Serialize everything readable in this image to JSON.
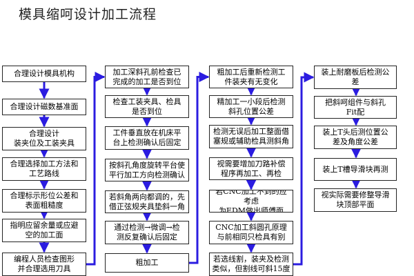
{
  "title": "模具缩呵设计加工流程",
  "colors": {
    "arrow": "#2b1ce0",
    "border": "#222222"
  },
  "columns": [
    {
      "id": "col1",
      "boxes": [
        "合理设计模具机构",
        "合理设计磁数基准面",
        "合理设计\n装夹位及工装夹具",
        "合理选择加工方法和\n工艺路线",
        "合理标示形位公差和\n表面粗糙度",
        "指明应留余量或应避\n空的加工面",
        "编程人员检查图形\n并合理选用刀具"
      ]
    },
    {
      "id": "col2",
      "boxes": [
        "加工深斜孔前检查已\n完成的加工是否到位",
        "检查工装夹具、检具\n是否到位",
        "工件垂直放在机床平\n台上检测确认后固定",
        "按斜孔角度旋转平台使\n平行加工方向检测确认",
        "若斜角两向都调的，先\n借正弦规夹具垫斜一角",
        "通过检测→微调→检\n测反复确认后固定",
        "粗加工"
      ]
    },
    {
      "id": "col3",
      "boxes": [
        "粗加工后重新检测工\n件装夹有无变化",
        "精加工一小段后检测\n斜孔位置公差",
        "检测无误后加工整面借\n塞规或辅助检具测斜角",
        "视需要增加刀路补偿\n程序再加工、再检",
        "若CNC加工不到的应考虑\n为EDM做出师傅面",
        "CNC加工斜圆孔原理\n与前相同只检具有别",
        "若选线割，装夹及检测\n类似，但割线可斜15度"
      ]
    },
    {
      "id": "col4",
      "boxes": [
        "装上耐磨板后检测公\n差",
        "把斜呵组件与斜孔\nFit配",
        "装上T头后测位置公\n差及角度公差",
        "装上T槽导滑块再测",
        "视实际需要修整导滑\n块顶部平面"
      ]
    }
  ]
}
